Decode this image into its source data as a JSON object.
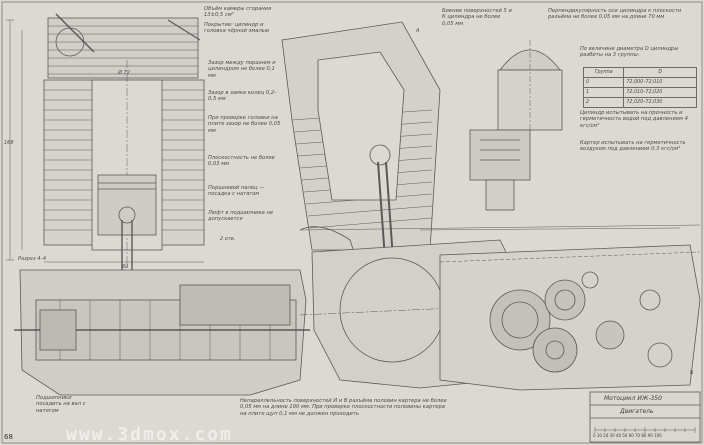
{
  "sheet": {
    "page_number": "68",
    "watermark": "www.3dmox.com",
    "colors": {
      "paper": "#dcd9d2",
      "line": "#5a5a5a",
      "fill": "#c8c5be"
    }
  },
  "notes": {
    "volume": "Объём камеры сгорания 13±0,5 см³",
    "coating": "Покрытие: цилиндр и головка чёрной эмалью",
    "piston_clearance": "Зазор между поршнем и цилиндром не более 0,1 мм",
    "ring_gap": "Зазор в замке колец 0,2–0,5 мм",
    "cyl_check": "При проверке головки на плите зазор не более 0,05 мм",
    "flatness": "Плоскостность не более 0,03 мм",
    "pin_note": "Поршневой палец — посадка с натягом",
    "bearing_play": "Люфт в подшипнике не допускается",
    "parallel": "Биение поверхностей 5 и К цилиндра не более 0,05 мм",
    "perp": "Перпендикулярность оси цилиндра к плоскости разъёма не более 0,05 мм на длине 70 мм",
    "groups_title": "По величине диаметра D цилиндры разбиты на 3 группы:",
    "pressure_test": "Цилиндр испытывать на прочность и герметичность водой под давлением 4 кгс/см²",
    "crank_test": "Картер испытывать на герметичность воздухом под давлением 0,3 кгс/см²",
    "bottom_left": "Подшипники посадить на вал с натягом",
    "bottom_center": "Непараллельность поверхностей И и В разъёма половин картера не более 0,05 мм на длине 100 мм. При проверке плоскостности половины картера на плите щуп 0,1 мм не должен проходить"
  },
  "table": {
    "headers": [
      "Группа",
      "D"
    ],
    "rows": [
      [
        "0",
        "72,000–72,010"
      ],
      [
        "1",
        "72,010–72,020"
      ],
      [
        "2",
        "72,020–72,030"
      ]
    ]
  },
  "labels": {
    "dim_a": "Ø 72",
    "dim_b": "2 отв.",
    "dim_c": "60",
    "dim_d": "168",
    "dim_e": "А",
    "dim_f": "Б",
    "section": "Разрез 4–4"
  },
  "title_block": {
    "name": "Мотоцикл ИЖ-350",
    "sub": "Двигатель",
    "scale_label": "0 10 20 30 40 50 60 70 80 90 100"
  }
}
